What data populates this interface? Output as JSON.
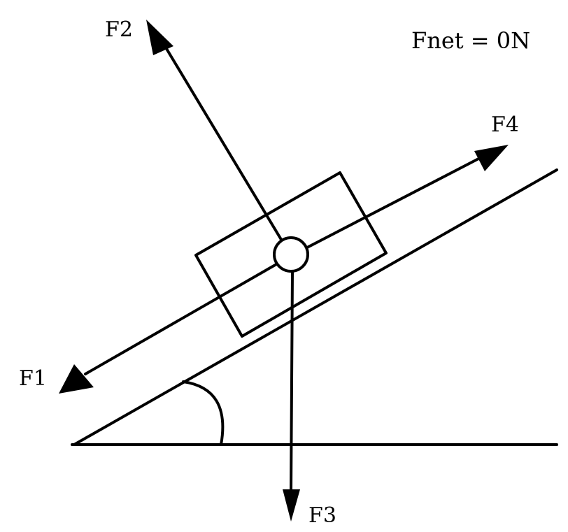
{
  "diagram": {
    "net_force_label": "Fnet = 0N",
    "forces": {
      "f1": "F1",
      "f2": "F2",
      "f3": "F3",
      "f4": "F4"
    },
    "colors": {
      "ink": "#000000",
      "background": "#ffffff"
    }
  }
}
